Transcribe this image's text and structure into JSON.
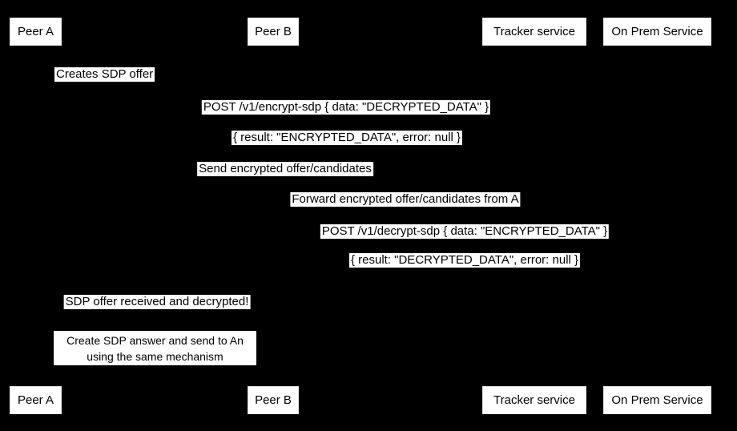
{
  "diagram": {
    "type": "sequence-diagram",
    "colors": {
      "background": "#000000",
      "label_background": "#ffffff",
      "label_text": "#000000"
    },
    "participants": {
      "peer_a": "Peer A",
      "peer_b": "Peer B",
      "tracker": "Tracker service",
      "onprem": "On Prem Service"
    },
    "messages": {
      "creates_offer": "Creates SDP offer",
      "post_encrypt": "POST /v1/encrypt-sdp { data: \"DECRYPTED_DATA\" }",
      "encrypt_result": "{ result: \"ENCRYPTED_DATA\", error: null }",
      "send_encrypted": "Send encrypted offer/candidates",
      "forward_encrypted": "Forward encrypted offer/candidates from A",
      "post_decrypt": "POST /v1/decrypt-sdp { data: \"ENCRYPTED_DATA\" }",
      "decrypt_result": "{ result: \"DECRYPTED_DATA\", error: null }",
      "offer_received": "SDP offer received and decrypted!"
    },
    "note": {
      "line1": "Create SDP answer and send to An",
      "line2": "using the same mechanism"
    }
  }
}
